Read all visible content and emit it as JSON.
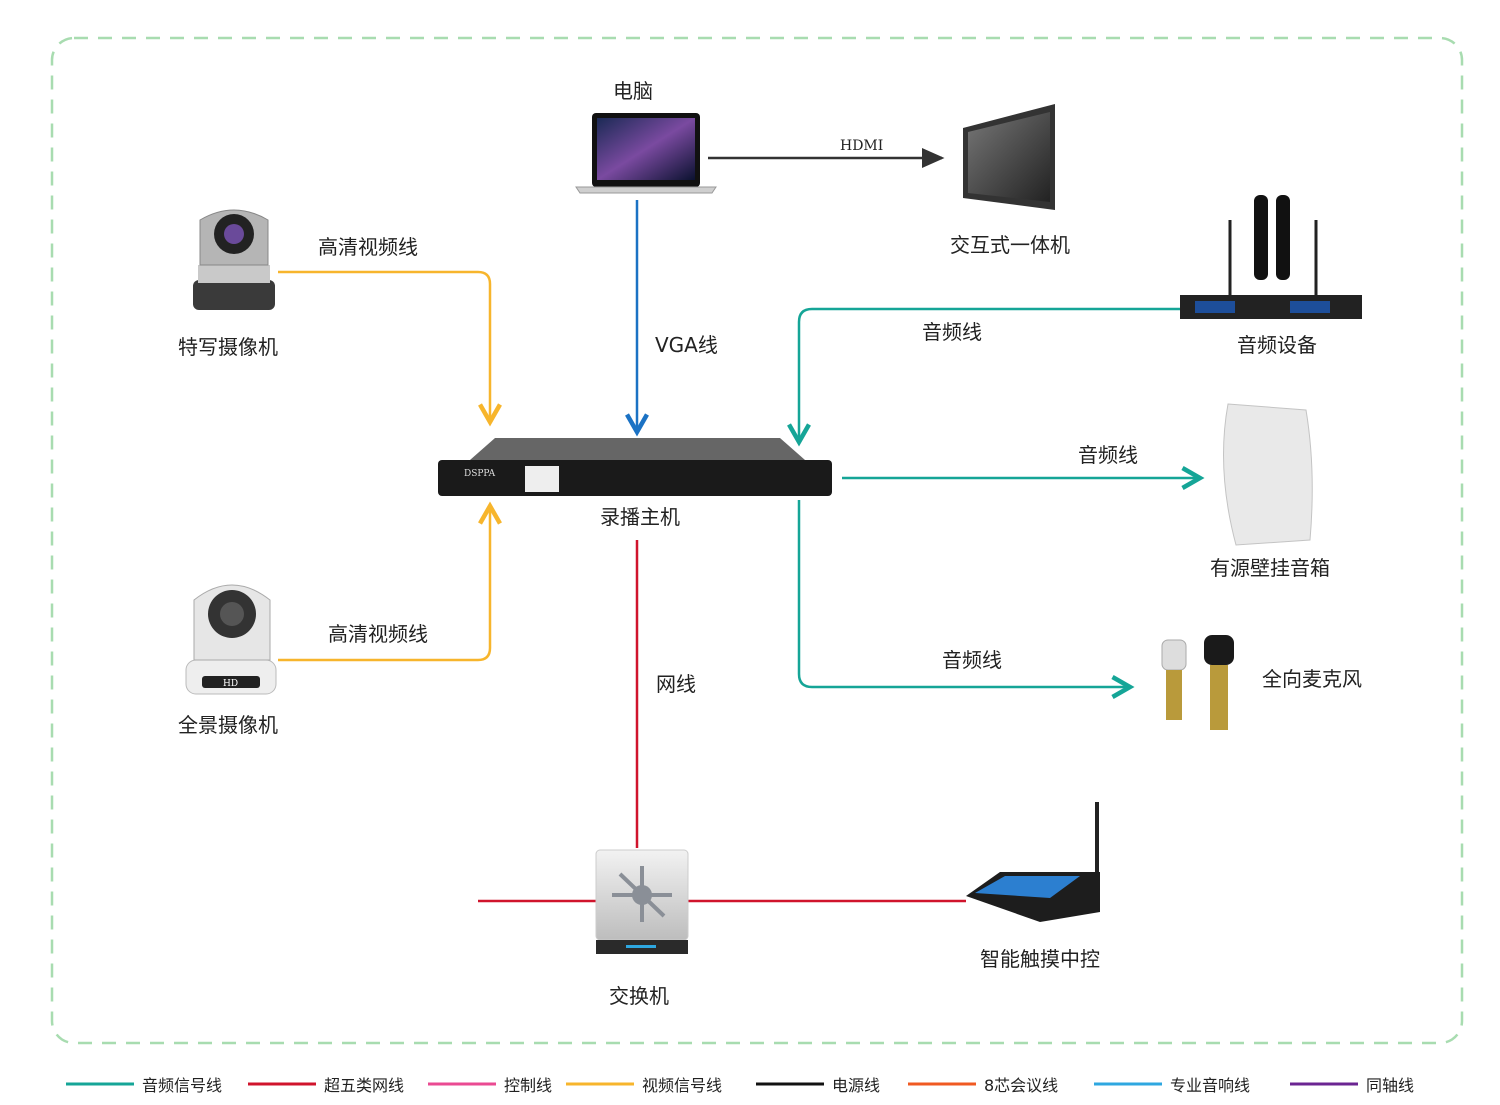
{
  "devices": {
    "computer": "电脑",
    "interactive_display": "交互式一体机",
    "closeup_camera": "特写摄像机",
    "panorama_camera": "全景摄像机",
    "recorder": "录播主机",
    "recorder_logo": "DSPPA",
    "camera_badge": "HD",
    "audio_device": "音频设备",
    "speaker": "有源壁挂音箱",
    "microphone": "全向麦克风",
    "switch": "交换机",
    "touch_panel": "智能触摸中控"
  },
  "connections": {
    "hdmi": "HDMI",
    "vga": "VGA线",
    "video1": "高清视频线",
    "video2": "高清视频线",
    "audio_in": "音频线",
    "audio_speaker": "音频线",
    "audio_mic": "音频线",
    "network": "网线"
  },
  "legend": [
    {
      "label": "音频信号线",
      "color": "#15a597"
    },
    {
      "label": "超五类网线",
      "color": "#d0142c"
    },
    {
      "label": "控制线",
      "color": "#ea4a92"
    },
    {
      "label": "视频信号线",
      "color": "#f7b52c"
    },
    {
      "label": "电源线",
      "color": "#111111"
    },
    {
      "label": "8芯会议线",
      "color": "#f05a22"
    },
    {
      "label": "专业音响线",
      "color": "#2ea7e0"
    },
    {
      "label": "同轴线",
      "color": "#6b2592"
    }
  ],
  "colors": {
    "frame": "#a8dcb0",
    "vga": "#1b72c4",
    "hdmi": "#333333"
  }
}
